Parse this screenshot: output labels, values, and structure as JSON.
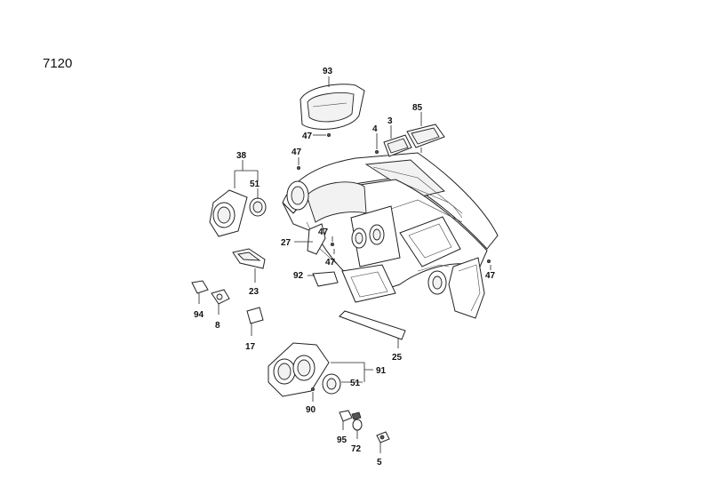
{
  "figure_number": "7120",
  "callouts": {
    "c93": "93",
    "c47a": "47",
    "c47b": "47",
    "c4": "4",
    "c3": "3",
    "c85": "85",
    "c38": "38",
    "c51a": "51",
    "c27": "27",
    "c47c": "47",
    "c47d": "47",
    "c92": "92",
    "c47e": "47",
    "c23": "23",
    "c94": "94",
    "c8": "8",
    "c17": "17",
    "c25": "25",
    "c91": "91",
    "c51b": "51",
    "c90": "90",
    "c95": "95",
    "c72": "72",
    "c5": "5"
  }
}
